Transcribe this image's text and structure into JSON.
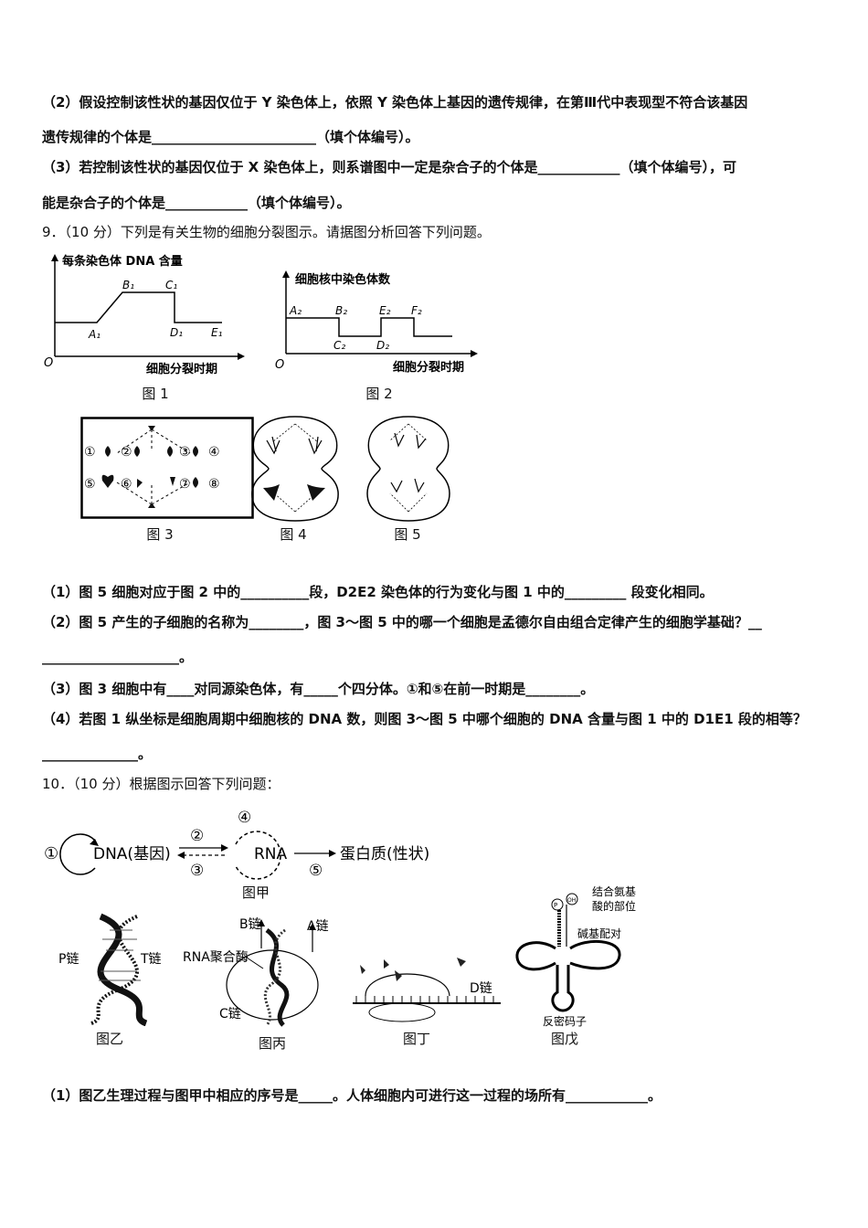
{
  "q8": {
    "p2_a": "（2）假设控制该性状的基因仅位于 Y 染色体上，依照 Y 染色体上基因的遗传规律，在第Ⅲ代中表现型不符合该基因",
    "p2_b": "遗传规律的个体是________________________（填个体编号）。",
    "p3_a": "（3）若控制该性状的基因仅位于 X 染色体上，则系谱图中一定是杂合子的个体是____________（填个体编号），可",
    "p3_b": "能是杂合子的个体是____________（填个体编号）。"
  },
  "q9": {
    "head": "9．（10 分）下列是有关生物的细胞分裂图示。请据图分析回答下列问题。",
    "fig1": {
      "ylabel": "每条染色体 DNA 含量",
      "xlabel": "细胞分裂时期",
      "origin": "O",
      "points": [
        "A₁",
        "B₁",
        "C₁",
        "D₁",
        "E₁"
      ],
      "caption": "图 1"
    },
    "fig2": {
      "ylabel": "细胞核中染色体数",
      "xlabel": "细胞分裂时期",
      "origin": "O",
      "points": [
        "A₂",
        "B₂",
        "C₂",
        "D₂",
        "E₂",
        "F₂"
      ],
      "caption": "图 2"
    },
    "fig3": {
      "numbers": [
        "①",
        "②",
        "③",
        "④",
        "⑤",
        "⑥",
        "⑦",
        "⑧"
      ],
      "caption": "图 3"
    },
    "fig4": {
      "caption": "图 4"
    },
    "fig5": {
      "caption": "图 5"
    },
    "s1": "（1）图 5 细胞对应于图 2 中的__________段，D2E2 染色体的行为变化与图 1 中的_________ 段变化相同。",
    "s2_a": "（2）图 5 产生的子细胞的名称为________，图 3～图 5 中的哪一个细胞是孟德尔自由组合定律产生的细胞学基础？__",
    "s2_b": "____________________。",
    "s3": "（3）图 3 细胞中有____对同源染色体，有_____个四分体。①和⑤在前一时期是________。",
    "s4_a": "（4）若图 1 纵坐标是细胞周期中细胞核的 DNA 数，则图 3～图 5 中哪个细胞的 DNA 含量与图 1 中的 D1E1 段的相等？",
    "s4_b": "______________。"
  },
  "q10": {
    "head": "10．（10 分）根据图示回答下列问题：",
    "jia": {
      "n1": "①",
      "dna": "DNA(基因)",
      "n2": "②",
      "n3": "③",
      "n4": "④",
      "rna": "RNA",
      "n5": "⑤",
      "protein": "蛋白质(性状)",
      "caption": "图甲"
    },
    "yi": {
      "p": "P链",
      "t": "T链",
      "caption": "图乙"
    },
    "bing": {
      "b": "B链",
      "a": "A链",
      "enzyme": "RNA聚合酶",
      "c": "C链",
      "caption": "图丙"
    },
    "ding": {
      "d": "D链",
      "caption": "图丁"
    },
    "wu": {
      "site1": "结合氨基",
      "site2": "酸的部位",
      "pair": "碱基配对",
      "anti": "反密码子",
      "p": "P",
      "oh": "OH",
      "caption": "图戊"
    },
    "s1": "（1）图乙生理过程与图甲中相应的序号是_____。人体细胞内可进行这一过程的场所有____________。"
  }
}
